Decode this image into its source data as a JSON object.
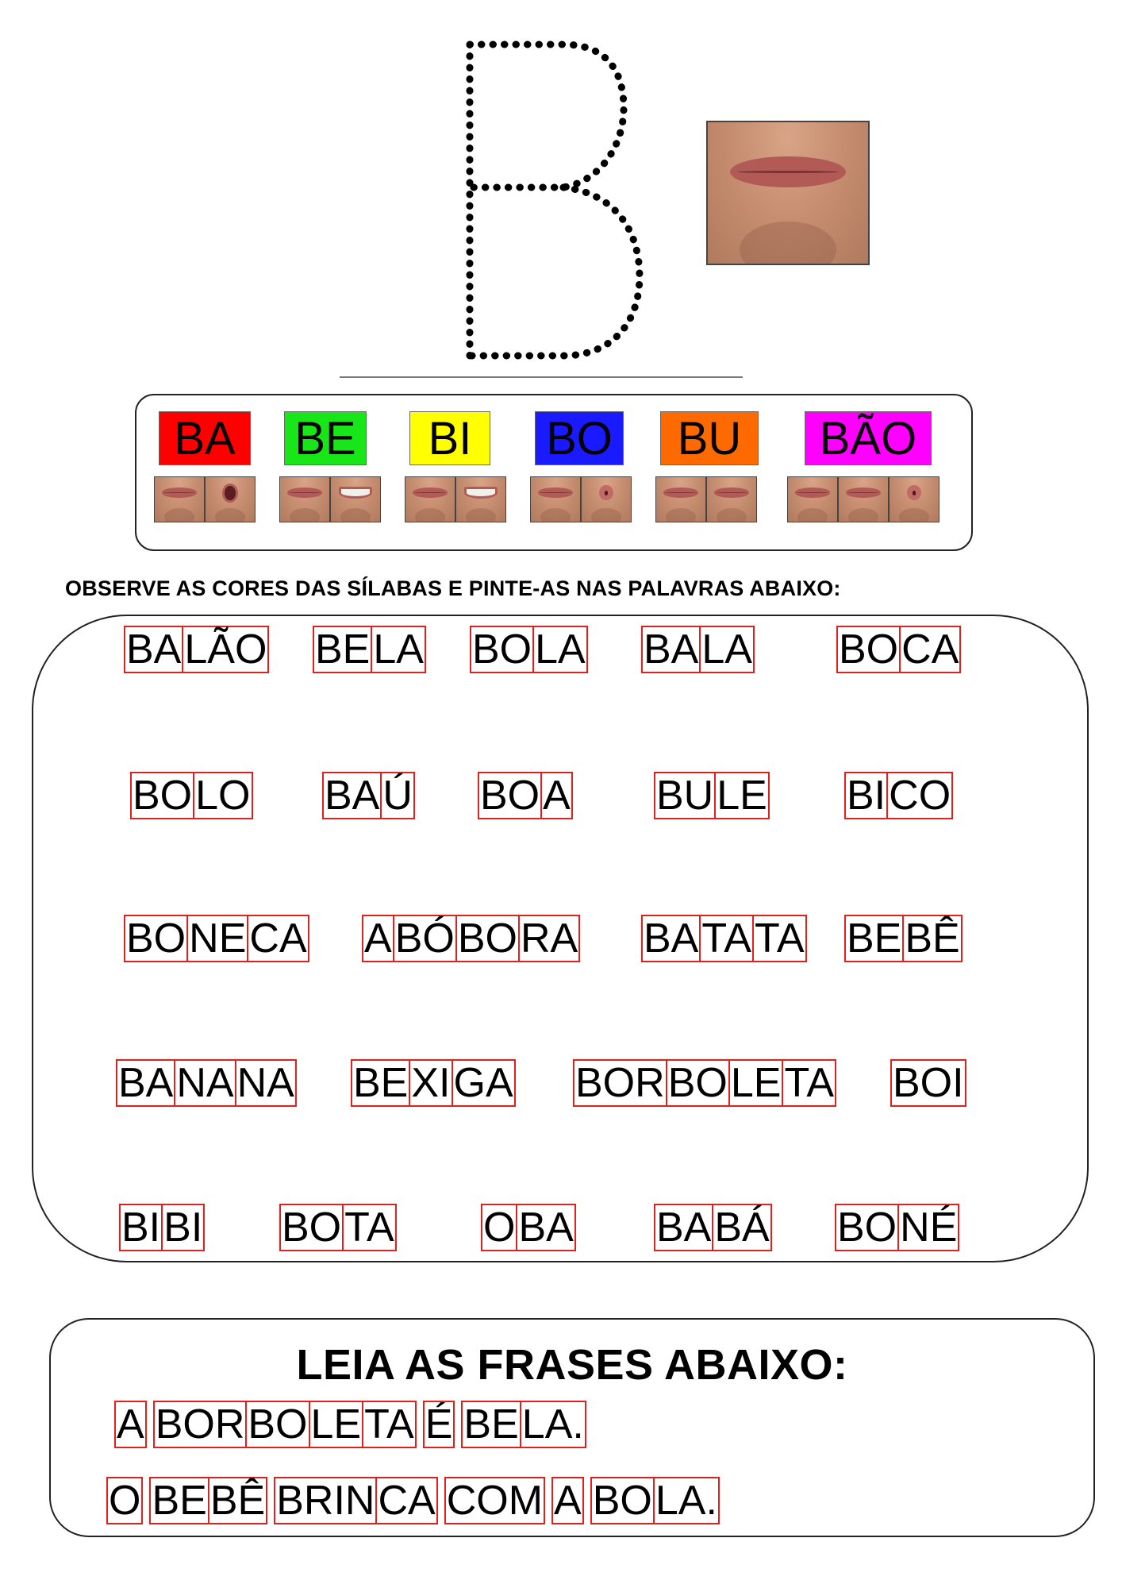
{
  "letter": "B",
  "syllables": [
    {
      "label": "BA",
      "color": "#ff0000",
      "mouths": [
        "closed",
        "open"
      ]
    },
    {
      "label": "BE",
      "color": "#19e619",
      "mouths": [
        "closed",
        "smile"
      ]
    },
    {
      "label": "BI",
      "color": "#ffff00",
      "mouths": [
        "closed",
        "smile"
      ]
    },
    {
      "label": "BO",
      "color": "#1a1aff",
      "mouths": [
        "closed",
        "round"
      ]
    },
    {
      "label": "BU",
      "color": "#ff6a00",
      "mouths": [
        "closed",
        "lips"
      ]
    },
    {
      "label": "BÃO",
      "color": "#ff00ff",
      "mouths": [
        "closed",
        "lips",
        "round"
      ]
    }
  ],
  "instruction": "OBSERVE AS CORES DAS SÍLABAS E PINTE-AS NAS PALAVRAS ABAIXO:",
  "word_rows": [
    [
      [
        "BA",
        "LÃO"
      ],
      [
        "BE",
        "LA"
      ],
      [
        "BO",
        "LA"
      ],
      [
        "BA",
        "LA"
      ],
      [
        "BO",
        "CA"
      ]
    ],
    [
      [
        "BO",
        "LO"
      ],
      [
        "BA",
        "Ú"
      ],
      [
        "BO",
        "A"
      ],
      [
        "BU",
        "LE"
      ],
      [
        "BI",
        "CO"
      ]
    ],
    [
      [
        "BO",
        "NE",
        "CA"
      ],
      [
        "A",
        "BÓ",
        "BO",
        "RA"
      ],
      [
        "BA",
        "TA",
        "TA"
      ],
      [
        "BE",
        "BÊ"
      ]
    ],
    [
      [
        "BA",
        "NA",
        "NA"
      ],
      [
        "BE",
        "XI",
        "GA"
      ],
      [
        "BOR",
        "BO",
        "LE",
        "TA"
      ],
      [
        "BOI"
      ]
    ],
    [
      [
        "BI",
        "BI"
      ],
      [
        "BO",
        "TA"
      ],
      [
        "O",
        "BA"
      ],
      [
        "BA",
        "BÁ"
      ],
      [
        "BO",
        "NÉ"
      ]
    ]
  ],
  "sentence_title": "LEIA AS FRASES ABAIXO:",
  "sentences": [
    [
      [
        "A"
      ],
      [
        "BOR",
        "BO",
        "LE",
        "TA"
      ],
      [
        "É"
      ],
      [
        "BE",
        "LA."
      ]
    ],
    [
      [
        "O"
      ],
      [
        "BE",
        "BÊ"
      ],
      [
        "BRIN",
        "CA"
      ],
      [
        "COM"
      ],
      [
        "A"
      ],
      [
        "BO",
        "LA."
      ]
    ]
  ]
}
